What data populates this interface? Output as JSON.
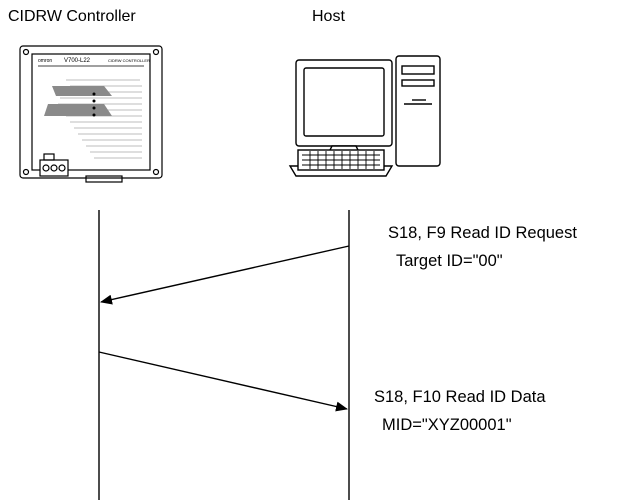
{
  "participants": {
    "left": "CIDRW Controller",
    "right": "Host"
  },
  "messages": [
    {
      "line1": "S18, F9 Read ID Request",
      "line2": "Target ID=\"00\""
    },
    {
      "line1": "S18, F10 Read ID Data",
      "line2": "MID=\"XYZ00001\""
    }
  ],
  "device": {
    "brand": "omron",
    "model": "V700-L22",
    "caption": "CIDRW CONTROLLER"
  }
}
